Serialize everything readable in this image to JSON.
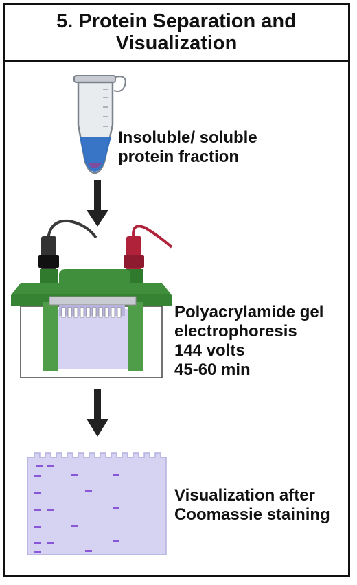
{
  "title": {
    "line1": "5. Protein Separation and",
    "line2": "Visualization"
  },
  "steps": [
    {
      "lines": [
        "Insoluble/ soluble",
        "protein fraction"
      ],
      "icon": "microcentrifuge-tube-icon"
    },
    {
      "lines": [
        "Polyacrylamide gel",
        "electrophoresis",
        "144 volts",
        "45-60 min"
      ],
      "icon": "gel-electrophoresis-apparatus-icon"
    },
    {
      "lines": [
        "Visualization after",
        "Coomassie staining"
      ],
      "icon": "stained-gel-icon"
    }
  ],
  "colors": {
    "border": "#111111",
    "tube_liquid": "#2e6fc4",
    "apparatus_green": "#3f8f3c",
    "red_lead": "#b0223a",
    "gel": "#d6d3f2",
    "band": "#8a57d6"
  }
}
